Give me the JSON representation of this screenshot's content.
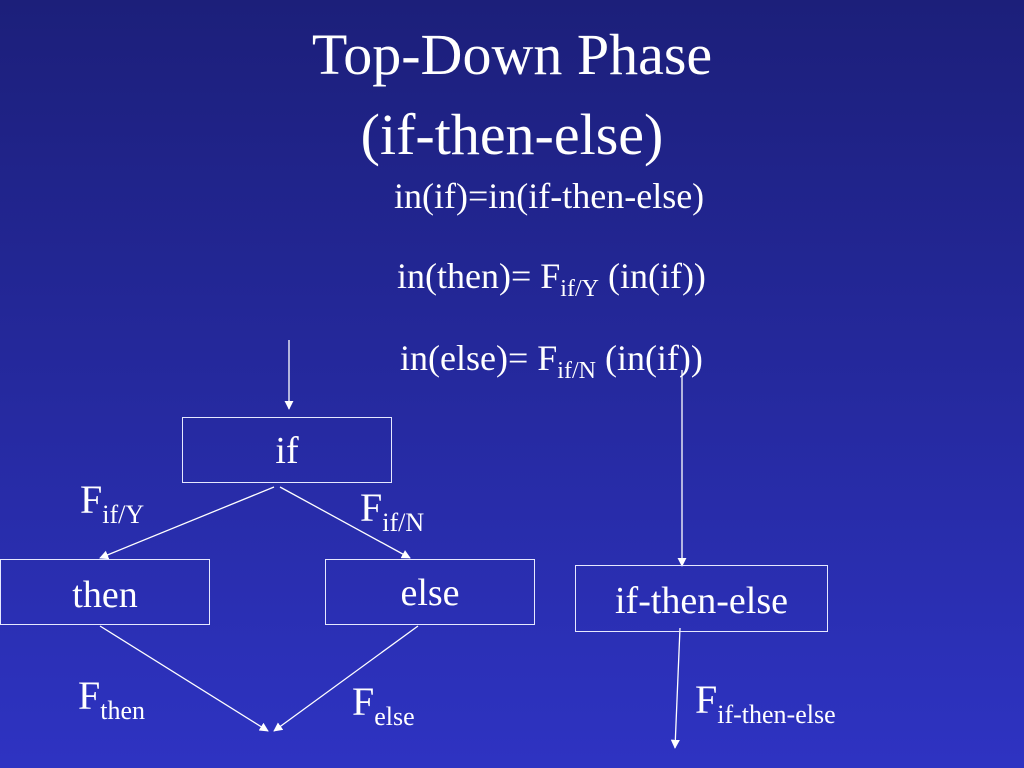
{
  "title": {
    "line1": "Top-Down Phase",
    "line2": "(if-then-else)"
  },
  "equations": {
    "eq1": {
      "text": "in(if)=in(if-then-else)"
    },
    "eq2": {
      "prefix": "in(then)= F",
      "sub": "if/Y",
      "suffix": " (in(if))"
    },
    "eq3": {
      "prefix": "in(else)= F",
      "sub": "if/N",
      "suffix": " (in(if))"
    }
  },
  "boxes": {
    "if": "if",
    "then": "then",
    "else": "else",
    "if_then_else": "if-then-else"
  },
  "edge_labels": {
    "f_if_y": {
      "base": "F",
      "sub": "if/Y"
    },
    "f_if_n": {
      "base": "F",
      "sub": "if/N"
    },
    "f_then": {
      "base": "F",
      "sub": "then"
    },
    "f_else": {
      "base": "F",
      "sub": "else"
    },
    "f_ite": {
      "base": "F",
      "sub": "if-then-else"
    }
  },
  "colors": {
    "background_top": "#1c1f7a",
    "background_bottom": "#2e33c2",
    "foreground": "#ffffff"
  }
}
